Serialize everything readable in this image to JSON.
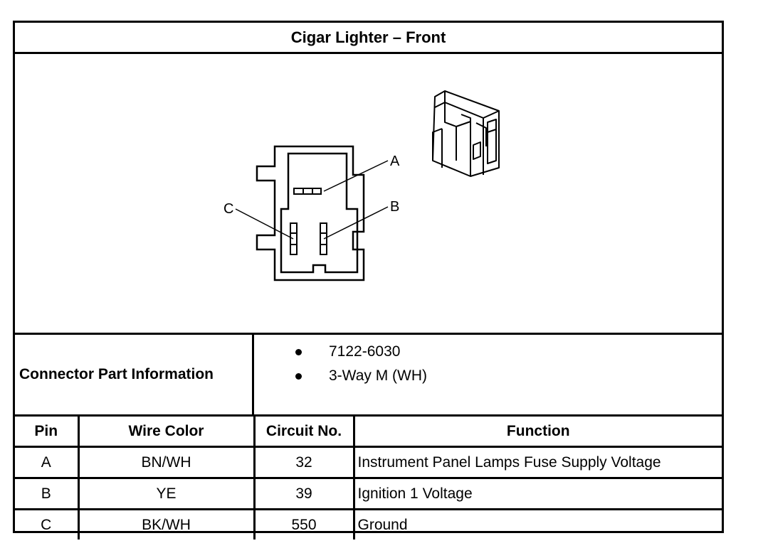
{
  "title": "Cigar Lighter – Front",
  "diagram": {
    "pin_labels": {
      "a": "A",
      "b": "B",
      "c": "C"
    }
  },
  "connector_info": {
    "label": "Connector Part Information",
    "items": [
      "7122-6030",
      "3-Way M (WH)"
    ]
  },
  "pin_table": {
    "headers": {
      "pin": "Pin",
      "wire_color": "Wire Color",
      "circuit": "Circuit No.",
      "function": "Function"
    },
    "rows": [
      {
        "pin": "A",
        "wire_color": "BN/WH",
        "circuit": "32",
        "function": "Instrument Panel Lamps Fuse Supply Voltage"
      },
      {
        "pin": "B",
        "wire_color": "YE",
        "circuit": "39",
        "function": "Ignition 1 Voltage"
      },
      {
        "pin": "C",
        "wire_color": "BK/WH",
        "circuit": "550",
        "function": "Ground"
      }
    ]
  }
}
